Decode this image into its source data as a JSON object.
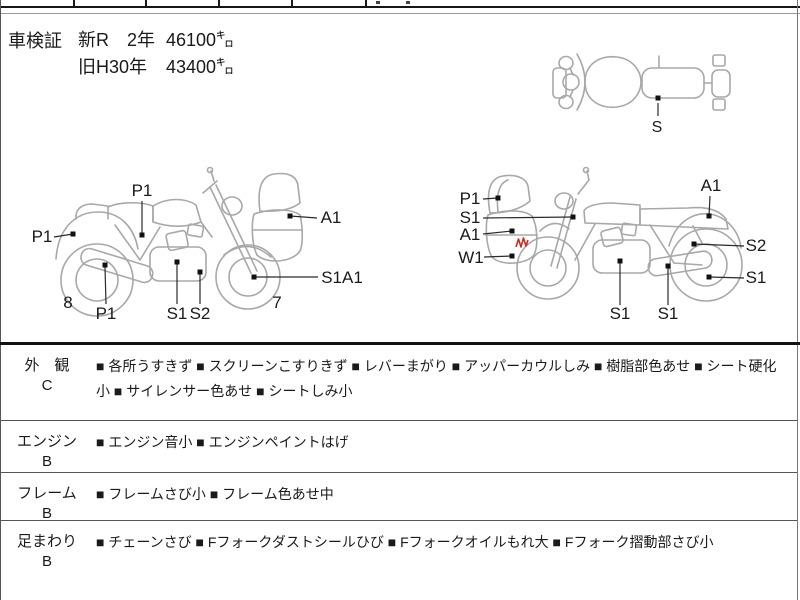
{
  "vehicle_info": {
    "title": "車検証",
    "rows": [
      {
        "era": "新R　2年",
        "km": "46100㌔"
      },
      {
        "era": "旧H30年",
        "km": "43400㌔"
      }
    ]
  },
  "diagrams": {
    "top_view": {
      "label": "S"
    },
    "left_view": {
      "labels": [
        "P1",
        "P1",
        "A1",
        "S1A1",
        "P1",
        "S1",
        "S2"
      ],
      "tire_numbers": [
        "8",
        "7"
      ]
    },
    "right_view": {
      "labels": [
        "P1",
        "S1",
        "A1",
        "W1",
        "A1",
        "S2",
        "S1",
        "S1",
        "S1"
      ]
    }
  },
  "condition": {
    "bullet": "■",
    "rows": [
      {
        "category": "外　観",
        "grade": "C",
        "items": [
          "各所うすきず",
          "スクリーンこすりきず",
          "レバーまがり",
          "アッパーカウルしみ",
          "樹脂部色あせ",
          "シート硬化小",
          "サイレンサー色あせ",
          "シートしみ小"
        ]
      },
      {
        "category": "エンジン",
        "grade": "B",
        "items": [
          "エンジン音小",
          "エンジンペイントはげ"
        ]
      },
      {
        "category": "フレーム",
        "grade": "B",
        "items": [
          "フレームさび小",
          "フレーム色あせ中"
        ]
      },
      {
        "category": "足まわり",
        "grade": "B",
        "items": [
          "チェーンさび",
          "Fフォークダストシールひび",
          "Fフォークオイルもれ大",
          "Fフォーク摺動部さび小"
        ]
      }
    ]
  },
  "colors": {
    "line_art": "#a8a8a8",
    "label_text": "#1a1a1a",
    "mark_red": "#c92a22"
  }
}
